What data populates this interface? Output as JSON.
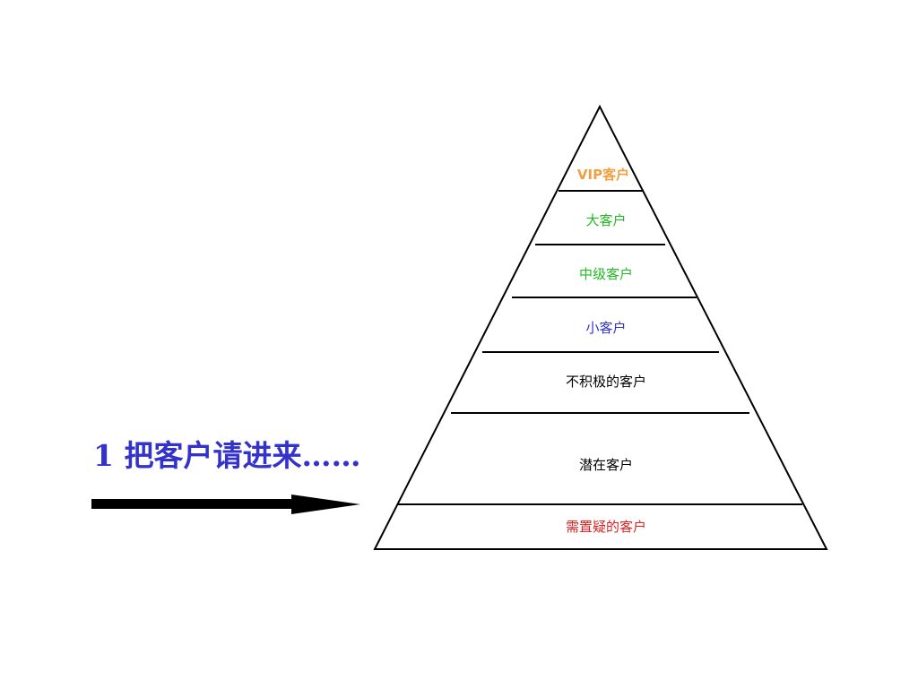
{
  "headline": "1 把客户请进来……",
  "pyramid": {
    "levels": [
      {
        "label": "VIP客户",
        "color": "#f0a040",
        "bold": true
      },
      {
        "label": "大客户",
        "color": "#22bb22"
      },
      {
        "label": "中级客户",
        "color": "#22bb22"
      },
      {
        "label": "小客户",
        "color": "#3333cc"
      },
      {
        "label": "不积极的客户",
        "color": "#000000"
      },
      {
        "label": "潜在客户",
        "color": "#000000"
      },
      {
        "label": "需置疑的客户",
        "color": "#dd2222"
      }
    ]
  },
  "arrow": {
    "icon": "right-arrow-icon",
    "color": "#000000"
  }
}
